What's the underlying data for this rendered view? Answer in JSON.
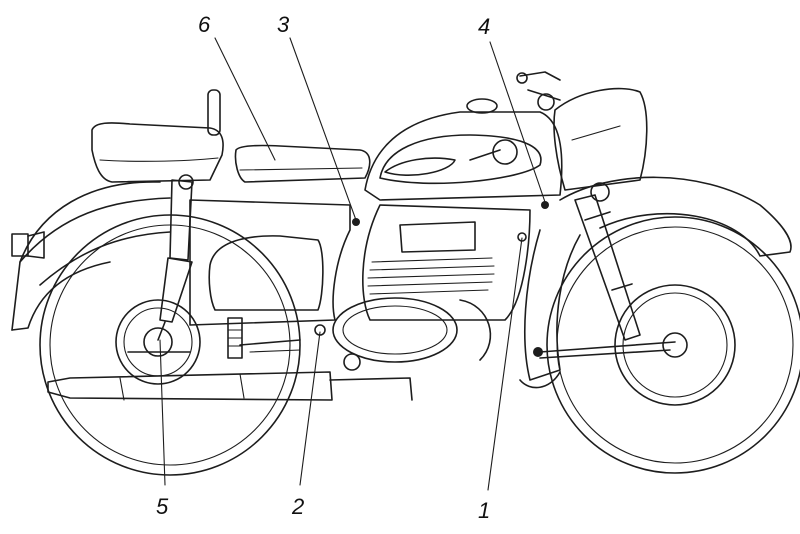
{
  "callouts": [
    {
      "id": "6",
      "text": "6"
    },
    {
      "id": "3",
      "text": "3"
    },
    {
      "id": "4",
      "text": "4"
    },
    {
      "id": "5",
      "text": "5"
    },
    {
      "id": "2",
      "text": "2"
    },
    {
      "id": "1",
      "text": "1"
    }
  ],
  "colors": {
    "line": "#1d1d1d",
    "background": "#ffffff"
  }
}
